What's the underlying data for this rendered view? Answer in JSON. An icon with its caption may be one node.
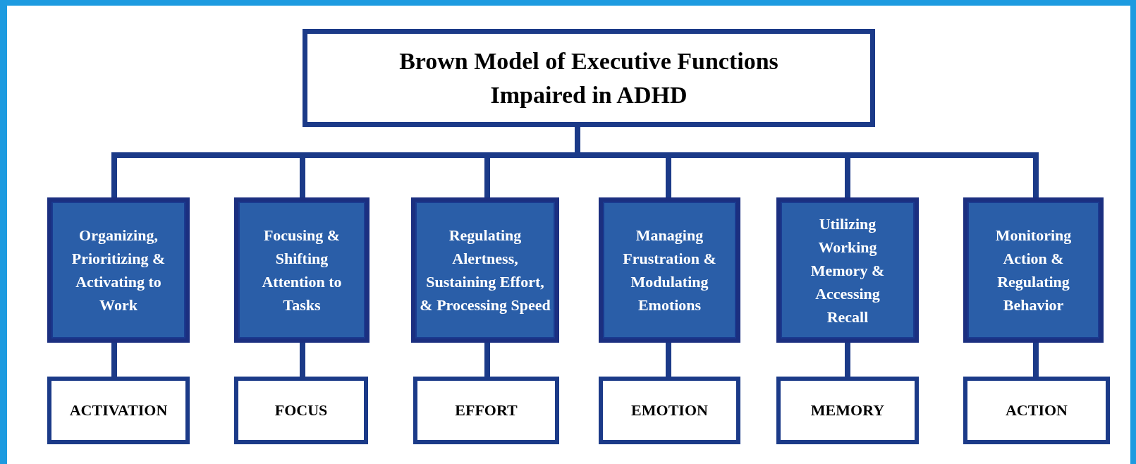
{
  "diagram": {
    "nodes": [
      {
        "text": [
          "Brown Model of Executive Functions Impaired in ADHD"
        ]
      },
      {
        "text": [
          "Organizing, Prioritizing & Activating to Work"
        ]
      },
      {
        "text": [
          "Focusing & Shifting Attention to Tasks"
        ]
      },
      {
        "text": [
          "Regulating Alertness, Sustaining Effort, & Processing Speed"
        ]
      },
      {
        "text": [
          "Managing Frustration & Modulating Emotions"
        ]
      },
      {
        "text": [
          "Utilizing Working Memory & Accessing Recall"
        ]
      },
      {
        "text": [
          "Monitoring Action & Regulating Behavior"
        ]
      },
      {
        "text": [
          "ACTIVATION"
        ]
      },
      {
        "text": [
          "FOCUS"
        ]
      },
      {
        "text": [
          "EFFORT"
        ]
      },
      {
        "text": [
          "EMOTION"
        ]
      },
      {
        "text": [
          "MEMORY"
        ]
      },
      {
        "text": [
          "ACTION"
        ]
      }
    ],
    "edges": [
      {
        "from": 0,
        "to": 1,
        "arrow": "none"
      },
      {
        "from": 0,
        "to": 2,
        "arrow": "none"
      },
      {
        "from": 0,
        "to": 3,
        "arrow": "none"
      },
      {
        "from": 0,
        "to": 4,
        "arrow": "none"
      },
      {
        "from": 0,
        "to": 5,
        "arrow": "none"
      },
      {
        "from": 0,
        "to": 6,
        "arrow": "none"
      },
      {
        "from": 1,
        "to": 7,
        "arrow": "none"
      },
      {
        "from": 2,
        "to": 8,
        "arrow": "none"
      },
      {
        "from": 3,
        "to": 9,
        "arrow": "none"
      },
      {
        "from": 4,
        "to": 10,
        "arrow": "none"
      },
      {
        "from": 5,
        "to": 11,
        "arrow": "none"
      },
      {
        "from": 6,
        "to": 12,
        "arrow": "none"
      }
    ]
  }
}
